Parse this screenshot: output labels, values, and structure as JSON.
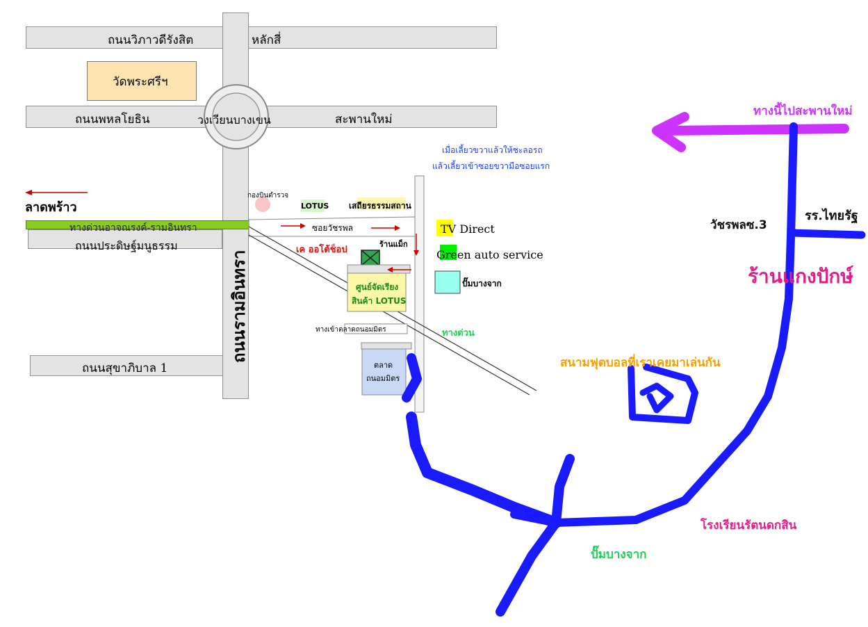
{
  "roads": {
    "vibhavadi": "ถนนวิภาวดีรังสิต",
    "laksi": "หลักสี่",
    "phahonyothin": "ถนนพหลโยธิน",
    "saphan_mai": "สะพานใหม่",
    "bangkhen_circle": "วงเวียนบางเขน",
    "expressway_name": "ทางด่วนอาจณรงค์-รามอินทรา",
    "pradit_manutham": "ถนนประดิษฐ์มนูธรรม",
    "ram_inthra": "ถนนรามอินทรา",
    "sukhaphiban1": "ถนนสุขาภิบาล 1"
  },
  "places": {
    "wat_phra_si": "วัดพระศรีฯ",
    "lat_phrao": "ลาดพร้าว",
    "police_aviation": "กองบินตำรวจ",
    "lotus": "LOTUS",
    "sathian_thamma": "เสถียรธรรมสถาน",
    "soi_watcharaphon": "ซอยวัชรพล",
    "ran_mak": "ร้านแม็ก",
    "k_auto_shop": "เค ออโต้ช็อป",
    "lotus_dc_line1": "ศูนย์จัดเรียง",
    "lotus_dc_line2": "สินค้า LOTUS",
    "enter_talat": "ทางเข้าตลาดถนอมมิตร",
    "talat_line1": "ตลาด",
    "talat_line2": "ถนอมมิตร",
    "expressway_short": "ทางด่วน"
  },
  "instructions": {
    "line1": "เมื่อเลี้ยวขวาแล้วให้ชะลอรถ",
    "line2": "แล้วเลี้ยวเข้าซอยขวามือซอยแรก"
  },
  "legend": {
    "tv_direct": "TV Direct",
    "green_auto": "Green auto service",
    "pump": "ปั๊มบางจาก",
    "colors": {
      "tv_direct": "#ffff00",
      "green_auto": "#00ee00",
      "pump": "#99ffee"
    }
  },
  "handdrawn": {
    "to_saphan_mai": "ทางนี้ไปสะพานใหม่",
    "watcharaphon_soi3": "วัชรพลซ.3",
    "thairat_school": "รร.ไทยรัฐ",
    "kaeng_pak_shop": "ร้านแกงปักษ์",
    "football_field": "สนามฟุตบอลที่เราเคยมาเล่นกัน",
    "rattana_school": "โรงเรียนรัตนดกสิน",
    "bangchak_pump": "ปั๊มบางจาก",
    "colors": {
      "route": "#1a1aff",
      "arrow": "#cc33ff",
      "magenta": "#e0208a",
      "orange": "#f5a000",
      "green": "#22cc55"
    }
  }
}
